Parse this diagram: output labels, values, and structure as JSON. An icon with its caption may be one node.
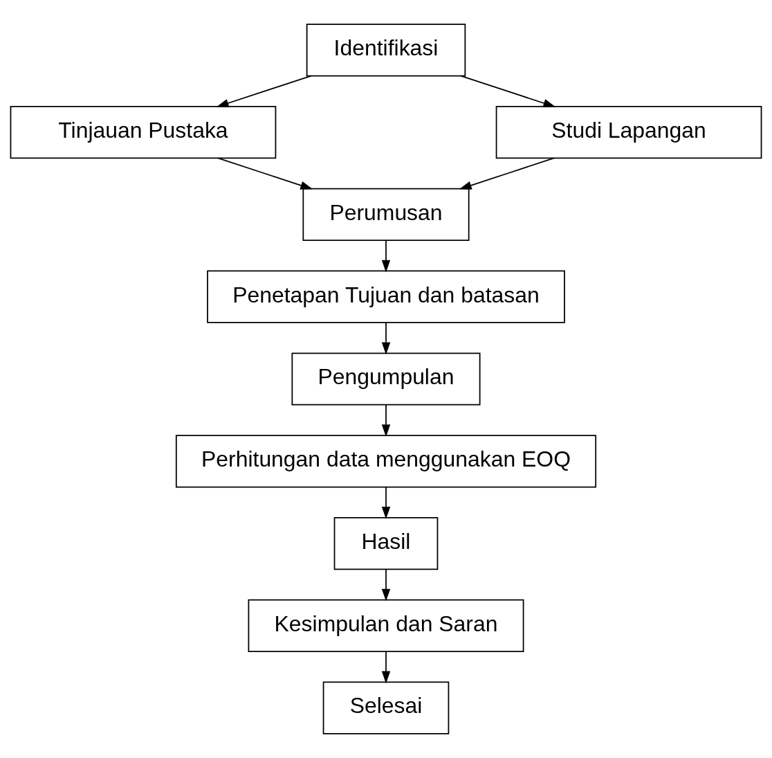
{
  "diagram": {
    "nodes": [
      {
        "text": [
          "Identifikasi"
        ]
      },
      {
        "text": [
          "Tinjauan Pustaka"
        ]
      },
      {
        "text": [
          "Studi Lapangan"
        ]
      },
      {
        "text": [
          "Perumusan"
        ]
      },
      {
        "text": [
          "Penetapan Tujuan dan batasan"
        ]
      },
      {
        "text": [
          "Pengumpulan"
        ]
      },
      {
        "text": [
          "Perhitungan data menggunakan EOQ"
        ]
      },
      {
        "text": [
          "Hasil"
        ]
      },
      {
        "text": [
          "Kesimpulan dan Saran"
        ]
      },
      {
        "text": [
          "Selesai"
        ]
      }
    ],
    "edges": [
      {
        "from": 0,
        "to": 1,
        "arrow": "to"
      },
      {
        "from": 0,
        "to": 2,
        "arrow": "to"
      },
      {
        "from": 1,
        "to": 3,
        "arrow": "to"
      },
      {
        "from": 2,
        "to": 3,
        "arrow": "to"
      },
      {
        "from": 3,
        "to": 4,
        "arrow": "to"
      },
      {
        "from": 4,
        "to": 5,
        "arrow": "to"
      },
      {
        "from": 5,
        "to": 6,
        "arrow": "to"
      },
      {
        "from": 6,
        "to": 7,
        "arrow": "to"
      },
      {
        "from": 7,
        "to": 8,
        "arrow": "to"
      },
      {
        "from": 8,
        "to": 9,
        "arrow": "to"
      }
    ]
  }
}
